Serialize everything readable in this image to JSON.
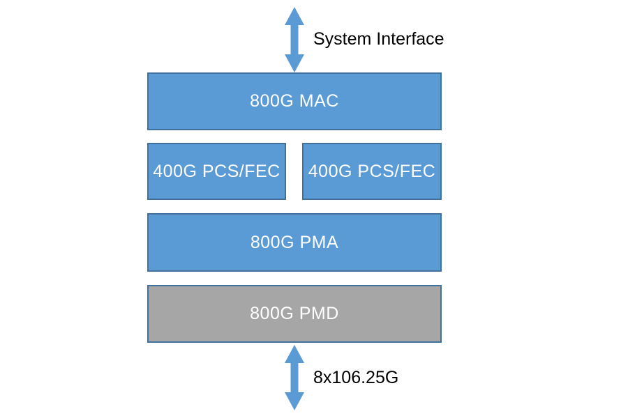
{
  "diagram": {
    "top_interface": {
      "label": "System Interface"
    },
    "bottom_interface": {
      "label": "8x106.25G"
    },
    "layers": [
      {
        "id": "mac",
        "label": "800G MAC",
        "fill": "blue"
      },
      {
        "id": "pcs-fec-left",
        "label": "400G PCS/FEC",
        "fill": "blue"
      },
      {
        "id": "pcs-fec-right",
        "label": "400G PCS/FEC",
        "fill": "blue"
      },
      {
        "id": "pma",
        "label": "800G PMA",
        "fill": "blue"
      },
      {
        "id": "pmd",
        "label": "800G PMD",
        "fill": "gray"
      }
    ]
  },
  "colors": {
    "box_blue_fill": "#5B9BD5",
    "box_gray_fill": "#A6A6A6",
    "box_border": "#41719C",
    "arrow_fill": "#5B9BD5",
    "box_text": "#FFFFFF",
    "label_text": "#000000"
  }
}
